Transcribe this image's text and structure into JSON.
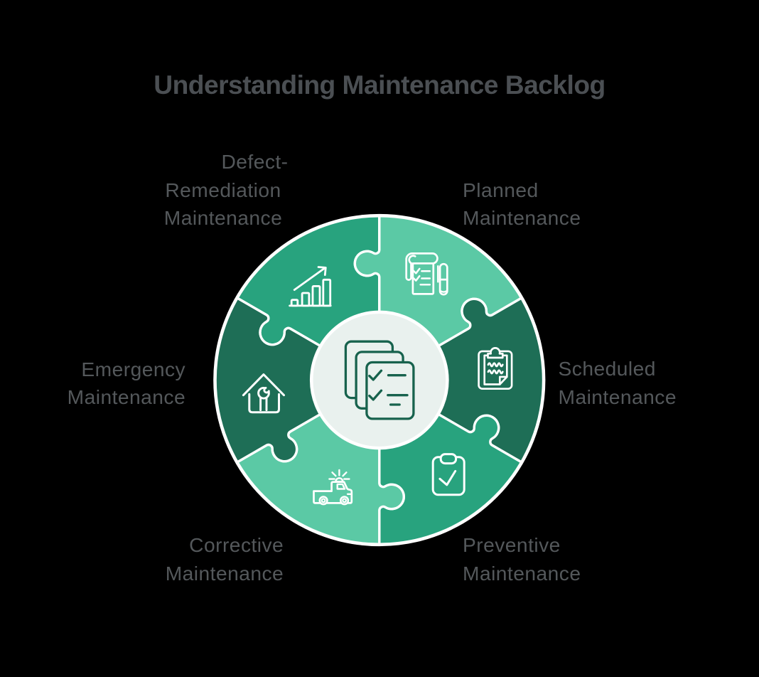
{
  "title": "Understanding Maintenance Backlog",
  "background": "#000000",
  "colors": {
    "medium": "#28a37e",
    "light": "#5bc9a5",
    "dark": "#1e6e56",
    "center_fill": "#e9f1ee",
    "white": "#ffffff",
    "center_icon": "#17624d",
    "title_text": "#4b4f53",
    "label_text": "#54585b"
  },
  "center": {
    "icon": "documents-checklist-icon"
  },
  "segments": [
    {
      "id": "planned",
      "label": "Planned Maintenance",
      "lines": [
        "Planned",
        "Maintenance"
      ],
      "color": "#5bc9a5",
      "icon": "notepad-pen-icon",
      "position": "top-right"
    },
    {
      "id": "scheduled",
      "label": "Scheduled Maintenance",
      "lines": [
        "Scheduled",
        "Maintenance"
      ],
      "color": "#1e6e56",
      "icon": "clipboard-notes-icon",
      "position": "right"
    },
    {
      "id": "preventive",
      "label": "Preventive Maintenance",
      "lines": [
        "Preventive",
        "Maintenance"
      ],
      "color": "#28a37e",
      "icon": "clipboard-check-icon",
      "position": "bottom-right"
    },
    {
      "id": "corrective",
      "label": "Corrective Maintenance",
      "lines": [
        "Corrective",
        "Maintenance"
      ],
      "color": "#5bc9a5",
      "icon": "service-truck-icon",
      "position": "bottom-left"
    },
    {
      "id": "emergency",
      "label": "Emergency Maintenance",
      "lines": [
        "Emergency",
        "Maintenance"
      ],
      "color": "#1e6e56",
      "icon": "house-wrench-icon",
      "position": "left"
    },
    {
      "id": "defect",
      "label": "Defect-Remediation Maintenance",
      "lines": [
        "Defect-",
        "Remediation",
        "Maintenance"
      ],
      "color": "#28a37e",
      "icon": "growth-chart-icon",
      "position": "top-left"
    }
  ]
}
